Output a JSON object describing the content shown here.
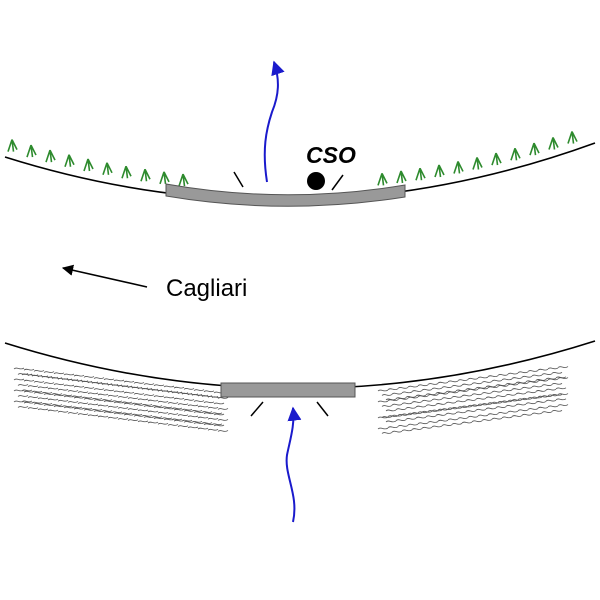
{
  "labels": {
    "cso": "CSO",
    "place": "Cagliari"
  },
  "colors": {
    "outline": "#000000",
    "plate": "#999999",
    "sprout": "#2e8b2e",
    "flow": "#1a1acc",
    "hatch": "#555555"
  },
  "icons": {
    "top_vegetation": "sprout-icon",
    "bottom_texture": "scribble-hatch"
  }
}
